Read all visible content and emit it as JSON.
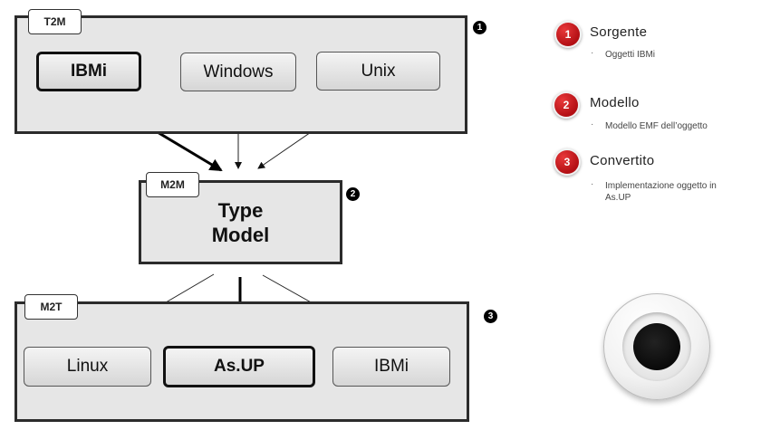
{
  "t2m": {
    "tag": "T2M",
    "number": "1",
    "nodes": [
      "IBMi",
      "Windows",
      "Unix"
    ]
  },
  "m2m": {
    "tag": "M2M",
    "number": "2",
    "title_line1": "Type",
    "title_line2": "Model"
  },
  "m2t": {
    "tag": "M2T",
    "number": "3",
    "nodes": [
      "Linux",
      "As.UP",
      "IBMi"
    ]
  },
  "legend": [
    {
      "number": "1",
      "title": "Sorgente",
      "desc": "Oggetti IBMi"
    },
    {
      "number": "2",
      "title": "Modello",
      "desc": "Modello EMF dell’oggetto"
    },
    {
      "number": "3",
      "title": "Convertito",
      "desc_line1": "Implementazione oggetto in",
      "desc_line2": "As.UP"
    }
  ],
  "bullet_char": "·",
  "colors": {
    "accent_red": "#c0161b",
    "frame_fill": "#e6e6e6",
    "frame_border": "#2b2b2b"
  },
  "icons": {
    "record_button": "record-button-icon"
  }
}
